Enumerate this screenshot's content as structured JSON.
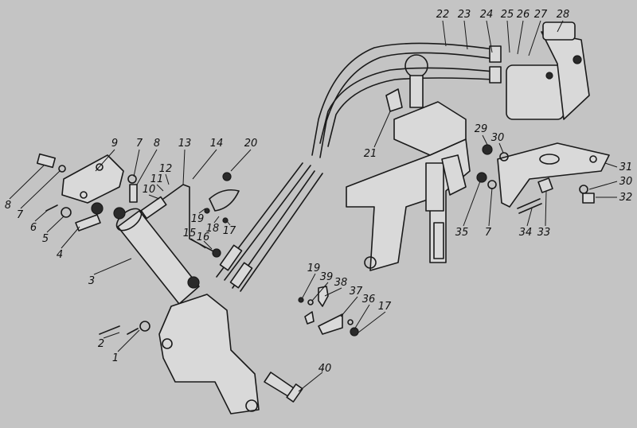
{
  "diagram": {
    "background": "#c4c4c4",
    "callouts": [
      "1",
      "2",
      "3",
      "4",
      "5",
      "6",
      "7",
      "8",
      "9",
      "10",
      "11",
      "12",
      "13",
      "14",
      "15",
      "16",
      "17",
      "18",
      "19",
      "20",
      "21",
      "22",
      "23",
      "24",
      "25",
      "26",
      "27",
      "28",
      "29",
      "30",
      "31",
      "32",
      "33",
      "34",
      "35",
      "36",
      "37",
      "38",
      "39",
      "40"
    ],
    "repeat_callouts": {
      "7b": "7",
      "7c": "7",
      "8b": "8",
      "17b": "17",
      "19b": "19",
      "30b": "30"
    }
  }
}
